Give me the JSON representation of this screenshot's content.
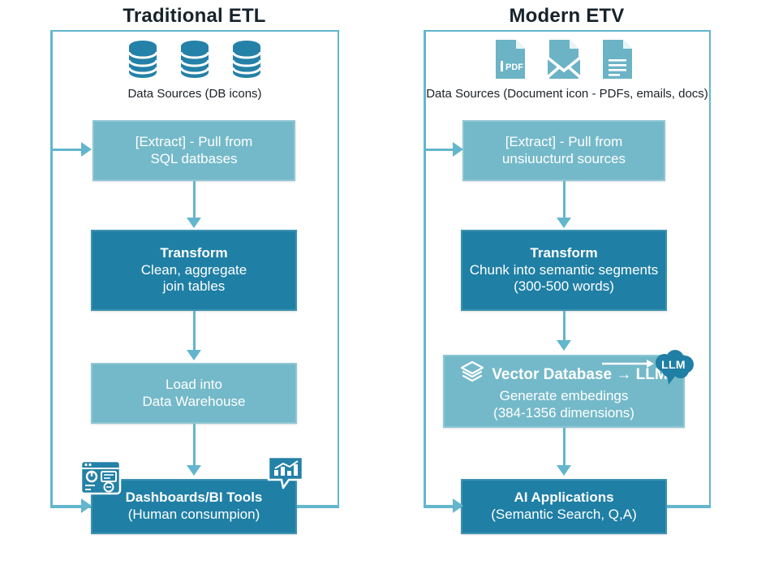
{
  "diagram": {
    "columns": [
      {
        "id": "traditional",
        "title": "Traditional ETL",
        "sources_caption": "Data Sources (DB icons)",
        "source_icons": [
          "database-icon",
          "database-icon",
          "database-icon"
        ],
        "steps": [
          {
            "id": "extract",
            "style": "light",
            "lines": [
              "[Extract] - Pull from",
              "SQL datbases"
            ],
            "bold_first": false
          },
          {
            "id": "transform",
            "style": "dark",
            "lines": [
              "Transform",
              "Clean, aggregate",
              "join tables"
            ],
            "bold_first": true
          },
          {
            "id": "load",
            "style": "light",
            "lines": [
              "Load into",
              "Data Warehouse"
            ],
            "bold_first": false
          },
          {
            "id": "output",
            "style": "dark",
            "lines": [
              "Dashboards/BI Tools",
              "(Human consumpion)"
            ],
            "bold_first": true
          }
        ]
      },
      {
        "id": "modern",
        "title": "Modern ETV",
        "sources_caption": "Data Sources (Document icon - PDFs, emails, docs)",
        "source_icons": [
          "pdf-file-icon",
          "email-envelope-icon",
          "document-lines-icon"
        ],
        "steps": [
          {
            "id": "extract",
            "style": "light",
            "lines": [
              "[Extract] - Pull from",
              "unsiuucturd sources"
            ],
            "bold_first": false
          },
          {
            "id": "transform",
            "style": "dark",
            "lines": [
              "Transform",
              "Chunk into semantic segments",
              "(300-500 words)"
            ],
            "bold_first": true
          },
          {
            "id": "vector",
            "style": "light",
            "lines": [
              "Vector Database → LLM",
              "Generate embedings",
              "(384-1356 dimensions)"
            ],
            "bold_first": true
          },
          {
            "id": "output",
            "style": "dark",
            "lines": [
              "AI Applications",
              "(Semantic Search, Q,A)"
            ],
            "bold_first": true
          }
        ]
      }
    ],
    "badges": {
      "llm": "LLM"
    },
    "annotations": {
      "dashboard_icon": "dashboard-panel-icon",
      "chart_bubble_icon": "chart-bubble-icon",
      "vector_stack_icon": "layers-stack-icon"
    },
    "colors": {
      "light_box": "#74b9c9",
      "dark_box": "#1f7fa5",
      "connector": "#63b6cd",
      "frame_border": "#63b6cd",
      "title_text": "#17232b",
      "box_text": "#ffffff",
      "page_background": "#ffffff"
    }
  }
}
